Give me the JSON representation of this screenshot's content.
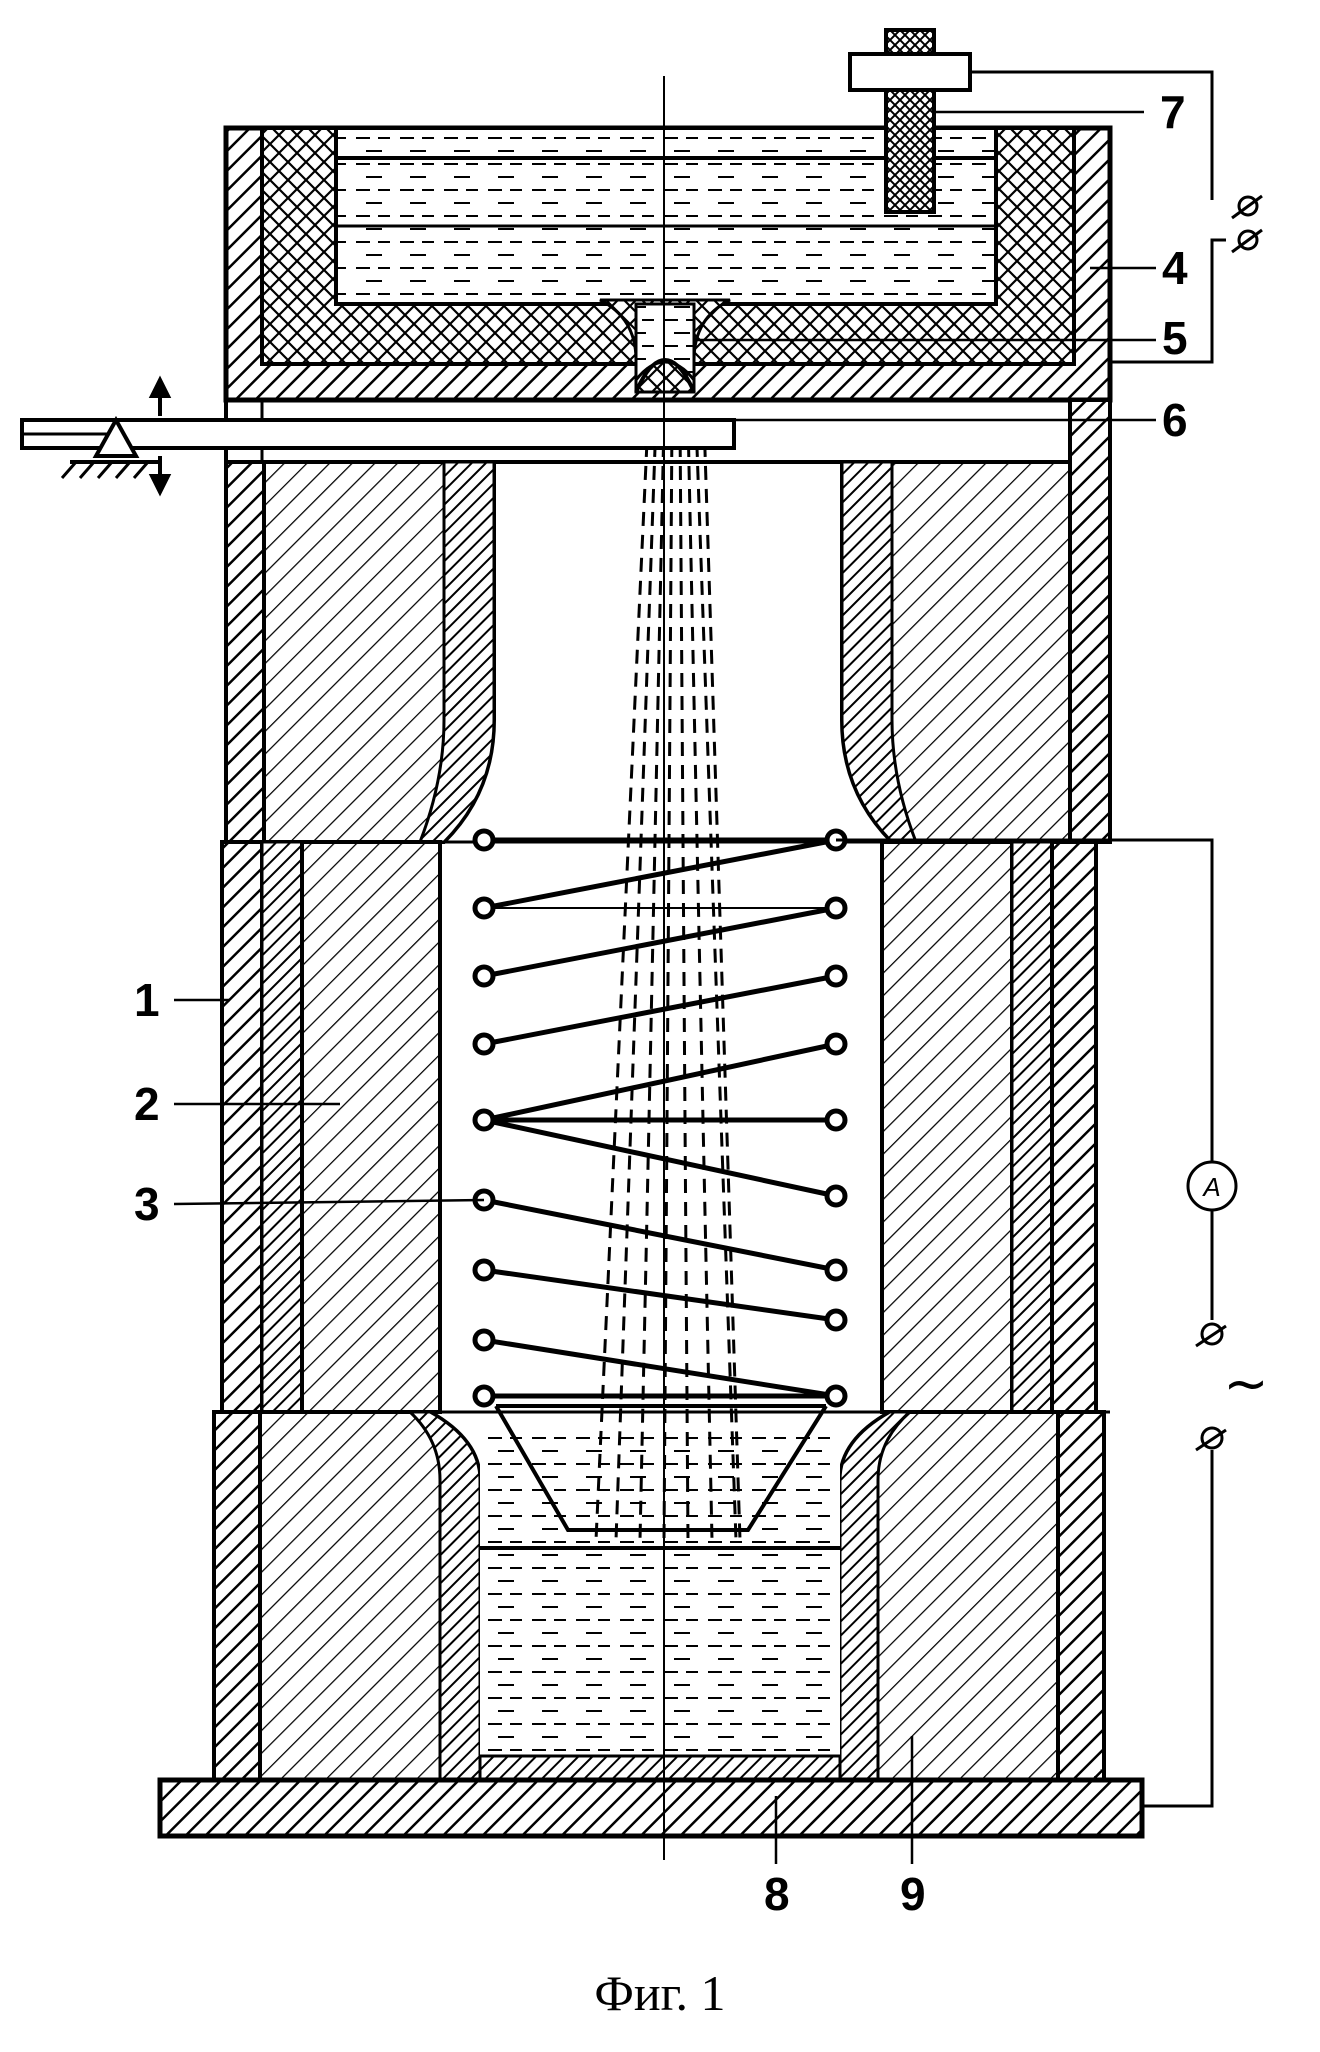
{
  "figure": {
    "caption": "Фиг. 1",
    "ammeter_symbol": "A",
    "ac_symbol": "~",
    "callouts": [
      {
        "id": "1",
        "text": "1"
      },
      {
        "id": "2",
        "text": "2"
      },
      {
        "id": "3",
        "text": "3"
      },
      {
        "id": "4",
        "text": "4"
      },
      {
        "id": "5",
        "text": "5"
      },
      {
        "id": "6",
        "text": "6"
      },
      {
        "id": "7",
        "text": "7"
      },
      {
        "id": "8",
        "text": "8"
      },
      {
        "id": "9",
        "text": "9"
      }
    ]
  }
}
